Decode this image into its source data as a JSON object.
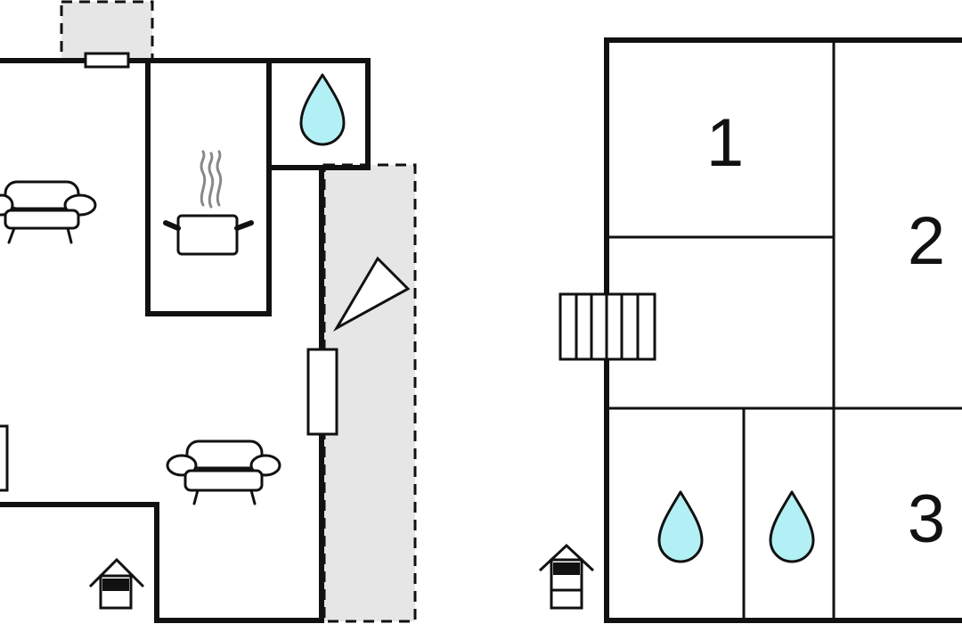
{
  "floor_plan": {
    "colors": {
      "wall": "#111111",
      "outdoor_area": "#e6e6e6",
      "water": "#b3f0f5",
      "fixture_gray": "#888888"
    },
    "left_floor": {
      "icons": [
        "sofa-icon",
        "cooking-pot-icon",
        "water-drop-icon",
        "sofa-icon",
        "house-entrance-icon",
        "terrace-icon"
      ]
    },
    "right_floor": {
      "rooms": [
        {
          "number": "1",
          "icon": "bedroom"
        },
        {
          "number": "2",
          "icon": "bedroom"
        },
        {
          "number": "3",
          "icon": "bedroom"
        }
      ],
      "icons": [
        "staircase-icon",
        "water-drop-icon",
        "water-drop-icon",
        "house-entrance-icon"
      ]
    }
  }
}
